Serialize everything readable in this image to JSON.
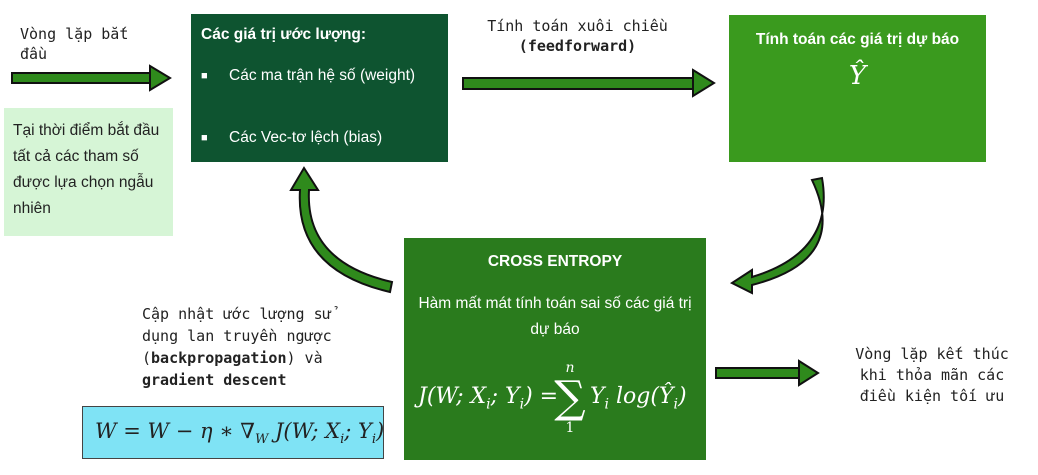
{
  "loop_start": {
    "text": "Vòng lặp bắt đầu"
  },
  "init_note": {
    "text": "Tại thời điểm bắt đầu tất cả các tham số được lựa chọn ngẫu nhiên"
  },
  "estimates_box": {
    "title": "Các giá trị ước lượng:",
    "items": [
      "Các ma trận hệ số (weight)",
      "Các Vec-tơ lệch (bias)"
    ]
  },
  "feedforward": {
    "line1": "Tính toán xuôi chiều",
    "line2": "(feedforward)"
  },
  "predict_box": {
    "title": "Tính toán các giá trị dự báo",
    "symbol": "Ŷ"
  },
  "cross_entropy": {
    "title": "CROSS ENTROPY",
    "desc": "Hàm mất mát tính toán sai số các giá trị dự báo",
    "formula_lhs": "J(W; X",
    "sum_top": "n",
    "sum_bottom": "1",
    "formula_rhs": "Y",
    "log_text": "log"
  },
  "update_note": {
    "line1": "Cập nhật ước lượng sử",
    "line2": "dụng lan truyền ngược",
    "line3_bold": "backpropagation",
    "line3_rest": " và",
    "line4_bold": "gradient descent"
  },
  "update_formula": {
    "text": "W = W − η ∗ ∇"
  },
  "loop_end": {
    "text": "Vòng lặp kết thúc khi thỏa mãn các điều kiện tối ưu"
  },
  "colors": {
    "dark_green": "#0e5430",
    "mid_green": "#2a7b1d",
    "bright_green": "#3a9a1e",
    "light_green": "#d6f5d6",
    "cyan": "#7fe3f5",
    "arrow_green": "#2f8a1c"
  }
}
